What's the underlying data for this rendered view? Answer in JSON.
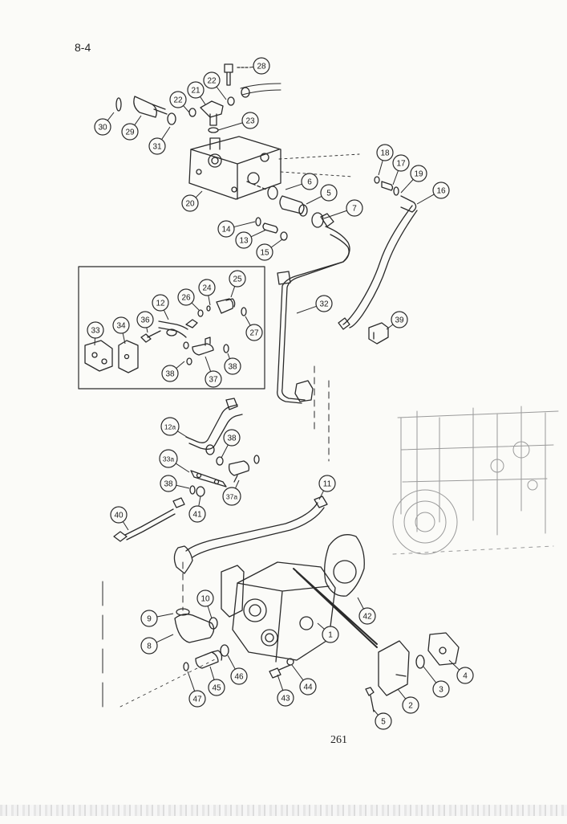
{
  "page": {
    "section": "8-4",
    "page_number": "261"
  },
  "callouts": [
    {
      "id": "c28",
      "label": "28"
    },
    {
      "id": "c22a",
      "label": "22"
    },
    {
      "id": "c21",
      "label": "21"
    },
    {
      "id": "c22b",
      "label": "22"
    },
    {
      "id": "c23",
      "label": "23"
    },
    {
      "id": "c30",
      "label": "30"
    },
    {
      "id": "c29",
      "label": "29"
    },
    {
      "id": "c31",
      "label": "31"
    },
    {
      "id": "c20",
      "label": "20"
    },
    {
      "id": "c6",
      "label": "6"
    },
    {
      "id": "c5a",
      "label": "5"
    },
    {
      "id": "c7",
      "label": "7"
    },
    {
      "id": "c18",
      "label": "18"
    },
    {
      "id": "c17",
      "label": "17"
    },
    {
      "id": "c19",
      "label": "19"
    },
    {
      "id": "c16",
      "label": "16"
    },
    {
      "id": "c14",
      "label": "14"
    },
    {
      "id": "c13",
      "label": "13"
    },
    {
      "id": "c15",
      "label": "15"
    },
    {
      "id": "c25",
      "label": "25"
    },
    {
      "id": "c24",
      "label": "24"
    },
    {
      "id": "c26",
      "label": "26"
    },
    {
      "id": "c12",
      "label": "12"
    },
    {
      "id": "c32",
      "label": "32"
    },
    {
      "id": "c36",
      "label": "36"
    },
    {
      "id": "c34",
      "label": "34"
    },
    {
      "id": "c33",
      "label": "33"
    },
    {
      "id": "c27",
      "label": "27"
    },
    {
      "id": "c39",
      "label": "39"
    },
    {
      "id": "c38a",
      "label": "38"
    },
    {
      "id": "c37",
      "label": "37"
    },
    {
      "id": "c38b",
      "label": "38"
    },
    {
      "id": "c12a",
      "label": "12a"
    },
    {
      "id": "c38c",
      "label": "38"
    },
    {
      "id": "c33a",
      "label": "33a"
    },
    {
      "id": "c38d",
      "label": "38"
    },
    {
      "id": "c37a",
      "label": "37a"
    },
    {
      "id": "c41",
      "label": "41"
    },
    {
      "id": "c11",
      "label": "11"
    },
    {
      "id": "c40",
      "label": "40"
    },
    {
      "id": "c10",
      "label": "10"
    },
    {
      "id": "c9",
      "label": "9"
    },
    {
      "id": "c42",
      "label": "42"
    },
    {
      "id": "c8",
      "label": "8"
    },
    {
      "id": "c1",
      "label": "1"
    },
    {
      "id": "c46",
      "label": "46"
    },
    {
      "id": "c45",
      "label": "45"
    },
    {
      "id": "c44",
      "label": "44"
    },
    {
      "id": "c4",
      "label": "4"
    },
    {
      "id": "c3",
      "label": "3"
    },
    {
      "id": "c47",
      "label": "47"
    },
    {
      "id": "c43",
      "label": "43"
    },
    {
      "id": "c2",
      "label": "2"
    },
    {
      "id": "c5b",
      "label": "5"
    }
  ]
}
